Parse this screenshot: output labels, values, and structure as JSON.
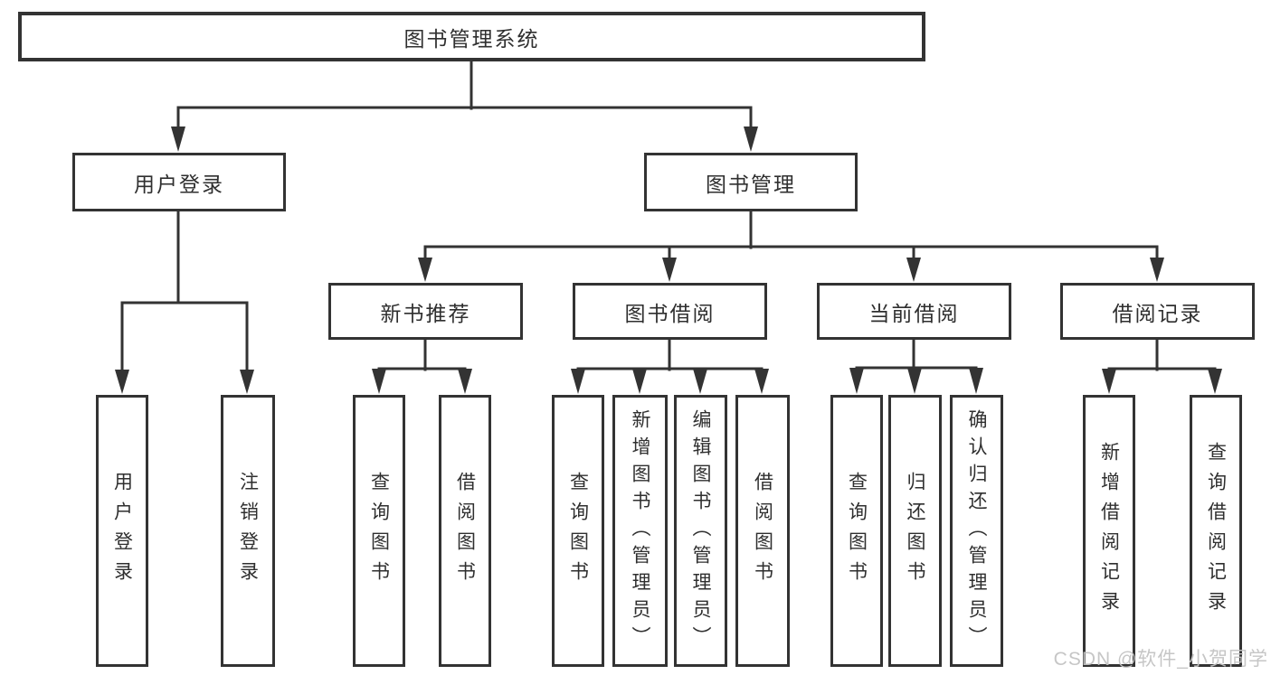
{
  "diagram": {
    "root": {
      "label": "图书管理系统"
    },
    "children": [
      {
        "label": "用户登录",
        "children": [
          {
            "label": "用户登录"
          },
          {
            "label": "注销登录"
          }
        ]
      },
      {
        "label": "图书管理",
        "children": [
          {
            "label": "新书推荐",
            "children": [
              {
                "label": "查询图书"
              },
              {
                "label": "借阅图书"
              }
            ]
          },
          {
            "label": "图书借阅",
            "children": [
              {
                "label": "查询图书"
              },
              {
                "label": "新增图书（管理员）"
              },
              {
                "label": "编辑图书（管理员）"
              },
              {
                "label": "借阅图书"
              }
            ]
          },
          {
            "label": "当前借阅",
            "children": [
              {
                "label": "查询图书"
              },
              {
                "label": "归还图书"
              },
              {
                "label": "确认归还（管理员）"
              }
            ]
          },
          {
            "label": "借阅记录",
            "children": [
              {
                "label": "新增借阅记录"
              },
              {
                "label": "查询借阅记录"
              }
            ]
          }
        ]
      }
    ]
  },
  "watermark": {
    "text": "CSDN @软件_小贺同学"
  },
  "colors": {
    "line": "#333333",
    "text": "#2f2f2f",
    "watermark": "#c3c3c3",
    "background": "#ffffff"
  }
}
